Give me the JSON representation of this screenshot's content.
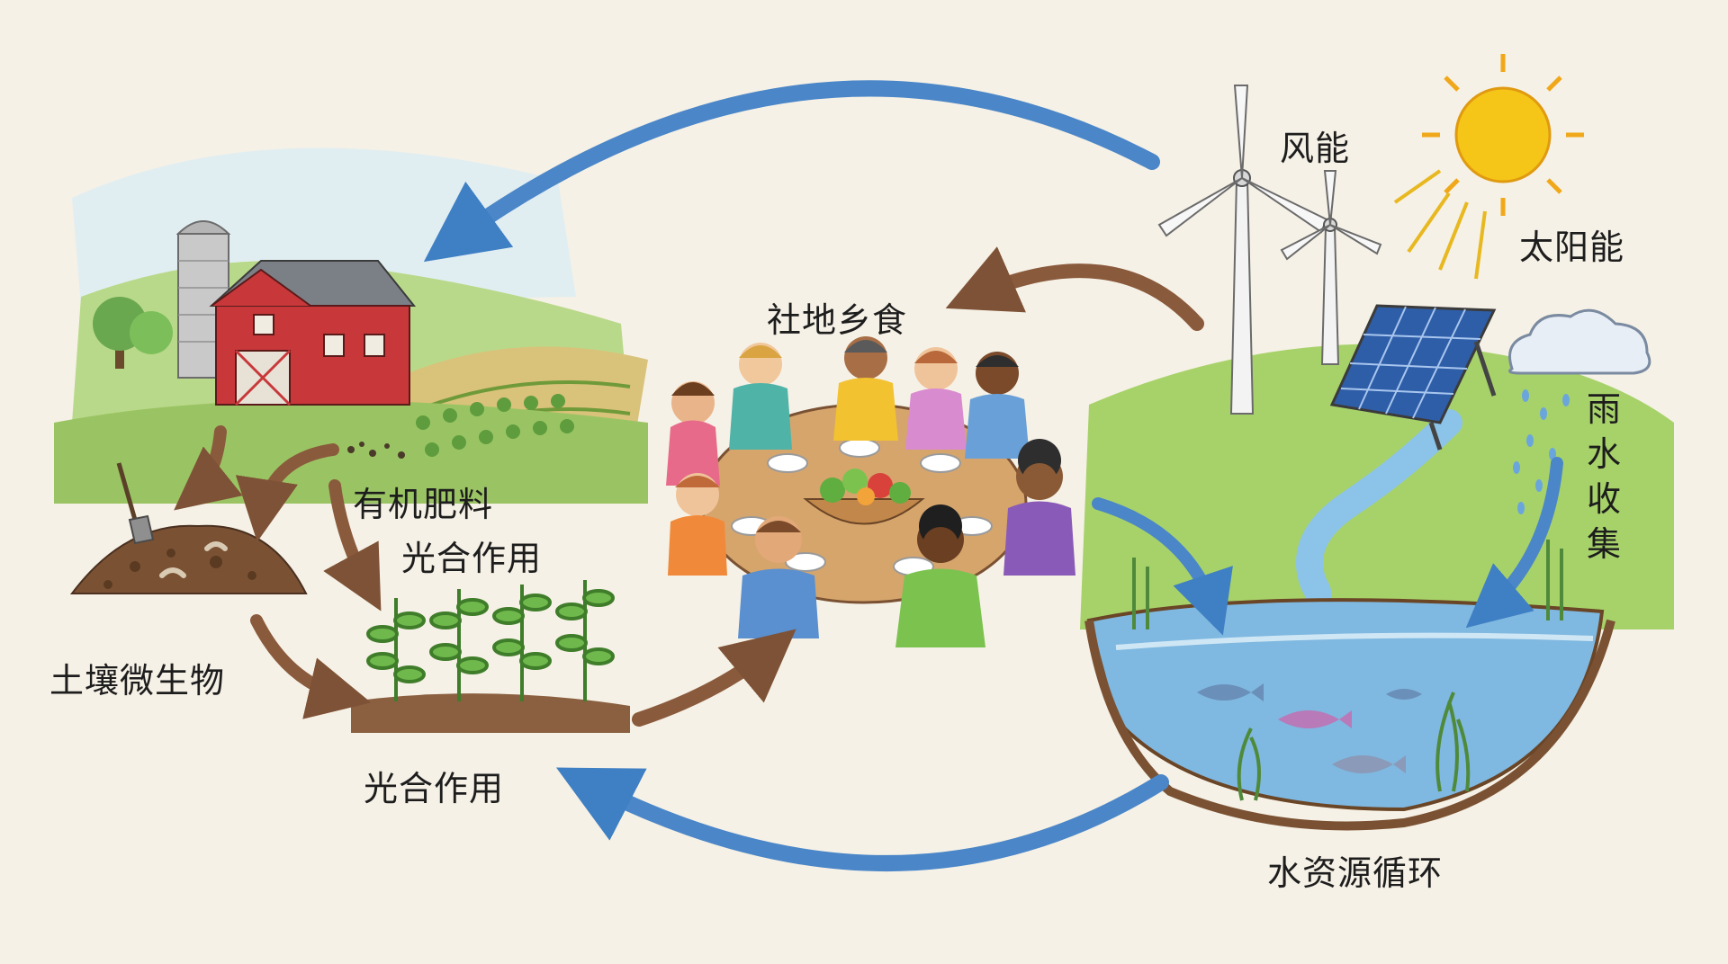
{
  "labels": {
    "wind": "风能",
    "solar": "太阳能",
    "community_food": "社地乡食",
    "organic_fertilizer": "有机肥料",
    "photosynthesis_top": "光合作用",
    "soil_microbes": "土壤微生物",
    "photosynthesis_bottom": "光合作用",
    "rain_harvest": "雨水收集",
    "water_cycle": "水资源循环"
  },
  "colors": {
    "background": "#f6f1e6",
    "blue_arrow": "#4a86c8",
    "brown_arrow": "#8a5a3c",
    "sun": "#f5c518",
    "barn": "#c8383a",
    "grass": "#8cc152",
    "water": "#7fb8e0"
  },
  "icons": [
    "barn-icon",
    "silo-icon",
    "wind-turbine-icon",
    "sun-icon",
    "solar-panel-icon",
    "cloud-icon",
    "rain-icon",
    "fish-icon",
    "seedling-icon",
    "compost-icon",
    "shovel-icon",
    "salad-bowl-icon"
  ]
}
